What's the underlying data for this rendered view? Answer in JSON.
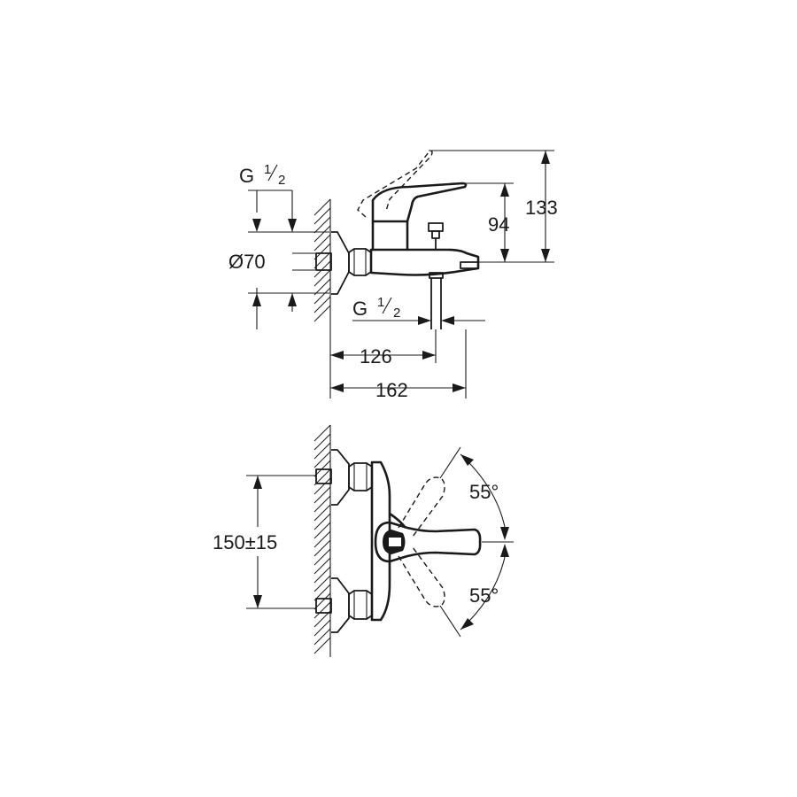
{
  "side_view": {
    "thread_left": {
      "base": "G",
      "numerator": "1",
      "denominator": "2"
    },
    "flange_diameter": "Ø70",
    "thread_spout": {
      "base": "G",
      "numerator": "1",
      "denominator": "2"
    },
    "lever_height": "94",
    "lever_raised_height": "133",
    "spout_distance": "126",
    "total_depth": "162"
  },
  "top_view": {
    "inlet_centers": "150±15",
    "angle_up": "55°",
    "angle_down": "55°"
  }
}
